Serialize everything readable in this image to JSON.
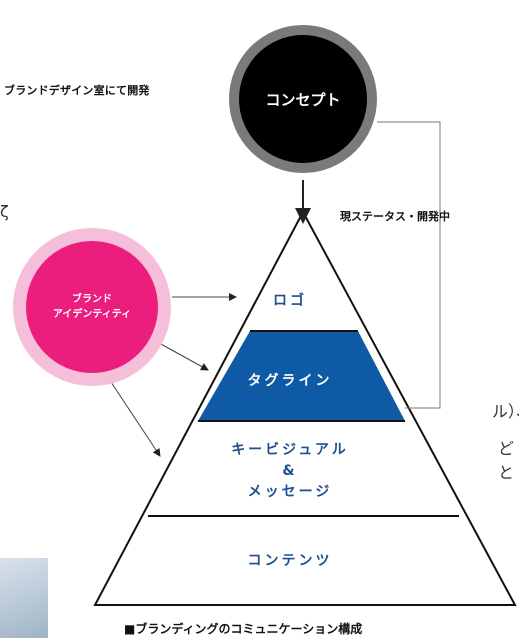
{
  "concept": {
    "label": "コンセプト"
  },
  "dev_note": "ブランドデザイン室にて開発",
  "status_label": "現ステータス・開発中",
  "brand_identity": {
    "line1": "ブランド",
    "line2": "アイデンティティ"
  },
  "pyramid": {
    "logo": "ロゴ",
    "tagline": "タグライン",
    "visual_line1": "キービジュアル",
    "visual_line2": "&",
    "visual_line3": "メッセージ",
    "content": "コンテンツ"
  },
  "caption": "■ブランディングのコミュニケーション構成",
  "fragments": {
    "left_char": "ζ",
    "right_1": "ル）、",
    "right_2": "どと"
  },
  "colors": {
    "tagline_band": "#0e5aa5",
    "pink": "#ec1e7d",
    "pink_light": "#f5bfd9",
    "concept_ring": "#7a7a7a",
    "text_blue": "#1d4f8e"
  }
}
